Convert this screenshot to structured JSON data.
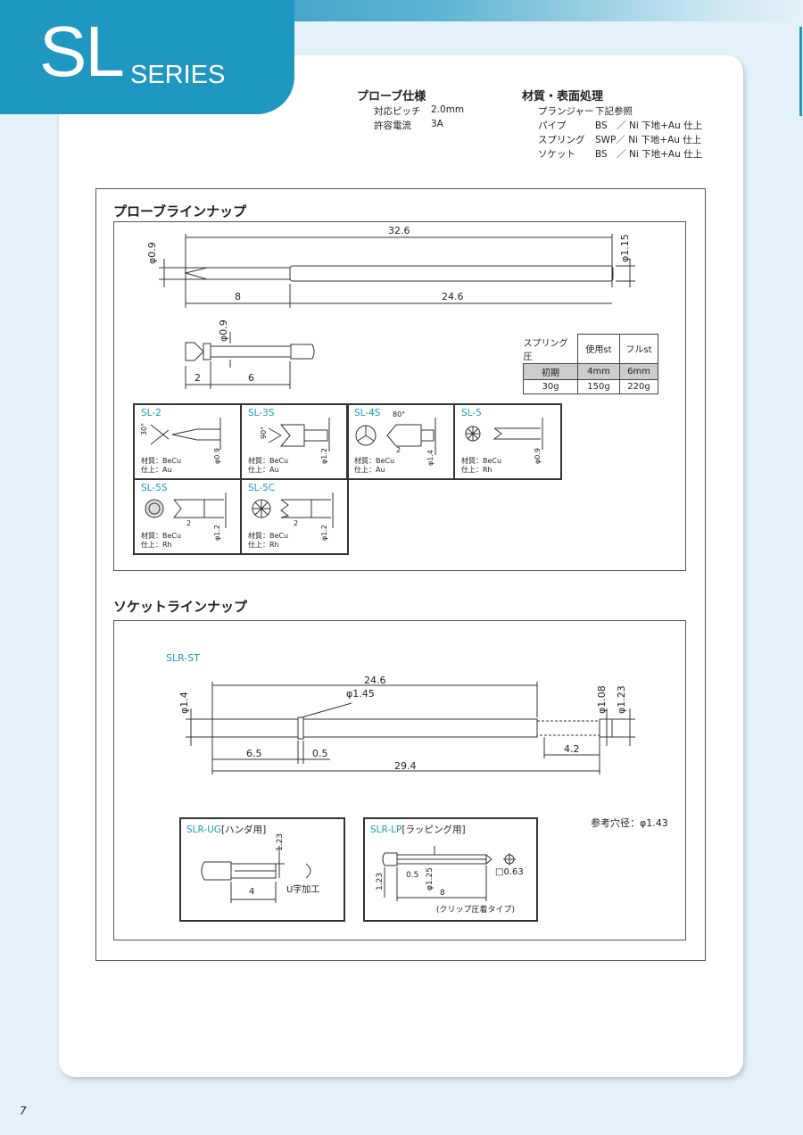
{
  "header": {
    "series_main": "SL",
    "series_sub": "SERIES"
  },
  "probe_spec": {
    "title": "プローブ仕様",
    "rows": [
      {
        "label": "対応ピッチ",
        "value": "2.0mm"
      },
      {
        "label": "許容電流",
        "value": "3A"
      }
    ]
  },
  "material_spec": {
    "title": "材質・表面処理",
    "rows": [
      {
        "part": "プランジャー",
        "spec": "下記参照"
      },
      {
        "part": "パイプ",
        "spec": "BS　／ Ni 下地+Au 仕上"
      },
      {
        "part": "スプリング",
        "spec": "SWP／ Ni 下地+Au 仕上"
      },
      {
        "part": "ソケット",
        "spec": "BS　／ Ni 下地+Au 仕上"
      }
    ]
  },
  "probe_lineup": {
    "title": "プローブラインナップ",
    "dims": {
      "total": "32.6",
      "tip_dia": "φ0.9",
      "barrel_dia": "φ1.15",
      "tip_len": "8",
      "barrel_len": "24.6",
      "head_dia": "φ0.9",
      "head_a": "2",
      "head_b": "6"
    },
    "spring_table": {
      "header": [
        "スプリング圧",
        "使用st",
        "フルst"
      ],
      "row1": [
        "初期",
        "4mm",
        "6mm"
      ],
      "row2": [
        "30g",
        "150g",
        "220g"
      ]
    },
    "variants": [
      {
        "name": "SL-2",
        "material": "材質：BeCu",
        "finish": "仕上：Au",
        "dim": "φ0.9",
        "angle": "30°"
      },
      {
        "name": "SL-3S",
        "material": "材質：BeCu",
        "finish": "仕上：Au",
        "dim": "φ1.2",
        "angle": "90°"
      },
      {
        "name": "SL-4S",
        "material": "材質：BeCu",
        "finish": "仕上：Au",
        "dim": "φ1.4",
        "angle": "80°",
        "len": "2"
      },
      {
        "name": "SL-5",
        "material": "材質：BeCu",
        "finish": "仕上：Rh",
        "dim": "φ0.9"
      },
      {
        "name": "SL-5S",
        "material": "材質：BeCu",
        "finish": "仕上：Rh",
        "dim": "φ1.2",
        "len": "2"
      },
      {
        "name": "SL-5C",
        "material": "材質：BeCu",
        "finish": "仕上：Rh",
        "dim": "φ1.2",
        "len": "2"
      }
    ]
  },
  "socket_lineup": {
    "title": "ソケットラインナップ",
    "main": {
      "name": "SLR-ST",
      "dims": {
        "len_main": "24.6",
        "flange": "φ1.45",
        "body_dia": "φ1.4",
        "end_dia1": "φ1.08",
        "end_dia2": "φ1.23",
        "a": "6.5",
        "b": "0.5",
        "c": "4.2",
        "total": "29.4"
      }
    },
    "ref_hole": "参考穴径：φ1.43",
    "ug": {
      "name": "SLR-UG",
      "suffix": "[ハンダ用]",
      "dim_v": "1.23",
      "dim_h": "4",
      "note": "U字加工"
    },
    "lp": {
      "name": "SLR-LP",
      "suffix": "[ラッピング用]",
      "dim_v": "1.23",
      "a": "0.5",
      "dia": "φ1.25",
      "len": "8",
      "sq": "□0.63",
      "note": "(クリップ圧着タイプ)"
    }
  },
  "page_number": "7"
}
